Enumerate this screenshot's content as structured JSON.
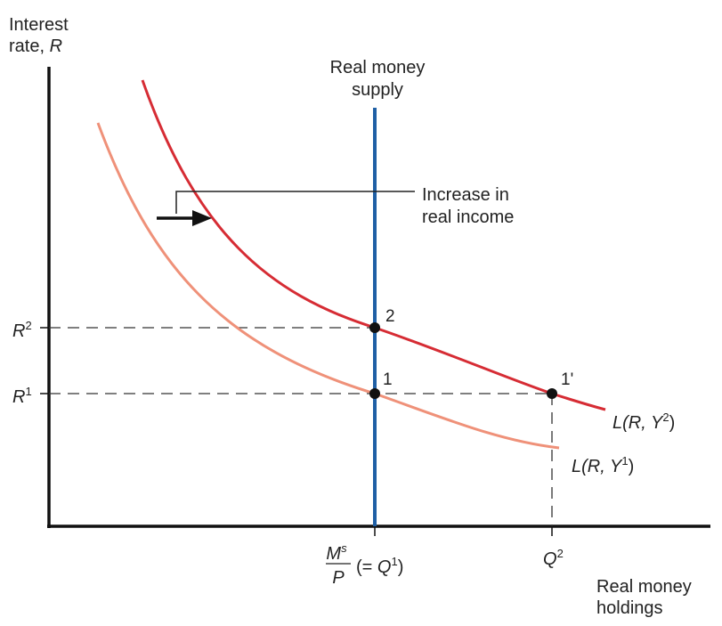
{
  "axes": {
    "y_title_line1": "Interest",
    "y_title_line2_text": "rate, ",
    "y_title_line2_var": "R",
    "x_title_line1": "Real money",
    "x_title_line2": "holdings"
  },
  "supply_label": {
    "line1": "Real money",
    "line2": "supply"
  },
  "annotation": {
    "line1": "Increase in",
    "line2": "real income"
  },
  "rates": {
    "r2_base": "R",
    "r2_sup": "2",
    "r1_base": "R",
    "r1_sup": "1"
  },
  "quantities": {
    "ms_num_base": "M",
    "ms_num_sup": "s",
    "ms_den": "P",
    "ms_paren_open": "(= ",
    "ms_paren_var": "Q",
    "ms_paren_sup": "1",
    "ms_paren_close": ")",
    "q2_base": "Q",
    "q2_sup": "2"
  },
  "points": {
    "p2": "2",
    "p1": "1",
    "p1prime": "1'"
  },
  "curves": {
    "l2_prefix": "L",
    "l2_args": "(R, Y",
    "l2_sup": "2",
    "l2_close": ")",
    "l1_prefix": "L",
    "l1_args": "(R, Y",
    "l1_sup": "1",
    "l1_close": ")"
  },
  "colors": {
    "axis": "#111111",
    "supply_line": "#1f5fa5",
    "curve_l2": "#d62c34",
    "curve_l1": "#ef9179",
    "guides": "#333333"
  }
}
